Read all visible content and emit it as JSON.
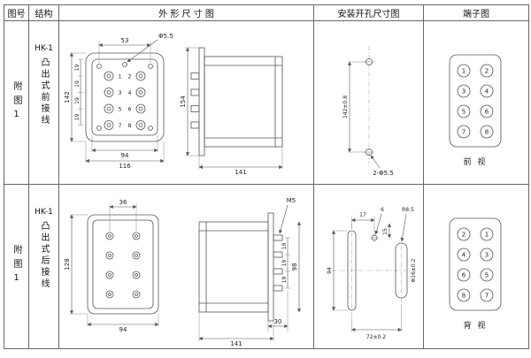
{
  "header": {
    "fig_no": "图号",
    "structure": "结构",
    "outline": "外 形 尺 寸 图",
    "mounting": "安装开孔尺寸图",
    "terminal": "端子图"
  },
  "rows": [
    {
      "fig_no": "附图1",
      "model": "HK-1",
      "structure": "凸出式前接线",
      "outline_dims": {
        "top": "53",
        "hole": "Φ5.5",
        "height": "142",
        "pitches": [
          "19",
          "19",
          "19",
          "19"
        ],
        "width_inner": "94",
        "width_outer": "116",
        "terminals": [
          "1",
          "2",
          "3",
          "4",
          "5",
          "6",
          "7",
          "8"
        ],
        "side_height": "154",
        "depth": "141"
      },
      "mounting_dims": {
        "height": "142±0.8",
        "holes": "2-Φ5.5"
      },
      "terminal_view": {
        "label": "前 视",
        "numbers": [
          [
            "1",
            "2"
          ],
          [
            "3",
            "4"
          ],
          [
            "5",
            "6"
          ],
          [
            "7",
            "8"
          ]
        ]
      }
    },
    {
      "fig_no": "附图1",
      "model": "HK-1",
      "structure": "凸出式后接线",
      "outline_dims": {
        "top": "36",
        "height": "128",
        "width": "94",
        "screw": "M5",
        "pitches": [
          "19",
          "19",
          "19"
        ],
        "side_height": "98",
        "base": "30",
        "depth": "141"
      },
      "mounting_dims": {
        "top1": "17",
        "top2": "6",
        "top3": "15",
        "radius": "R8.5",
        "height": "94",
        "slot": "Φ16±0.2",
        "width": "72±0.2"
      },
      "terminal_view": {
        "label": "背 视",
        "numbers": [
          [
            "2",
            "1"
          ],
          [
            "4",
            "3"
          ],
          [
            "6",
            "5"
          ],
          [
            "8",
            "7"
          ]
        ]
      }
    }
  ]
}
